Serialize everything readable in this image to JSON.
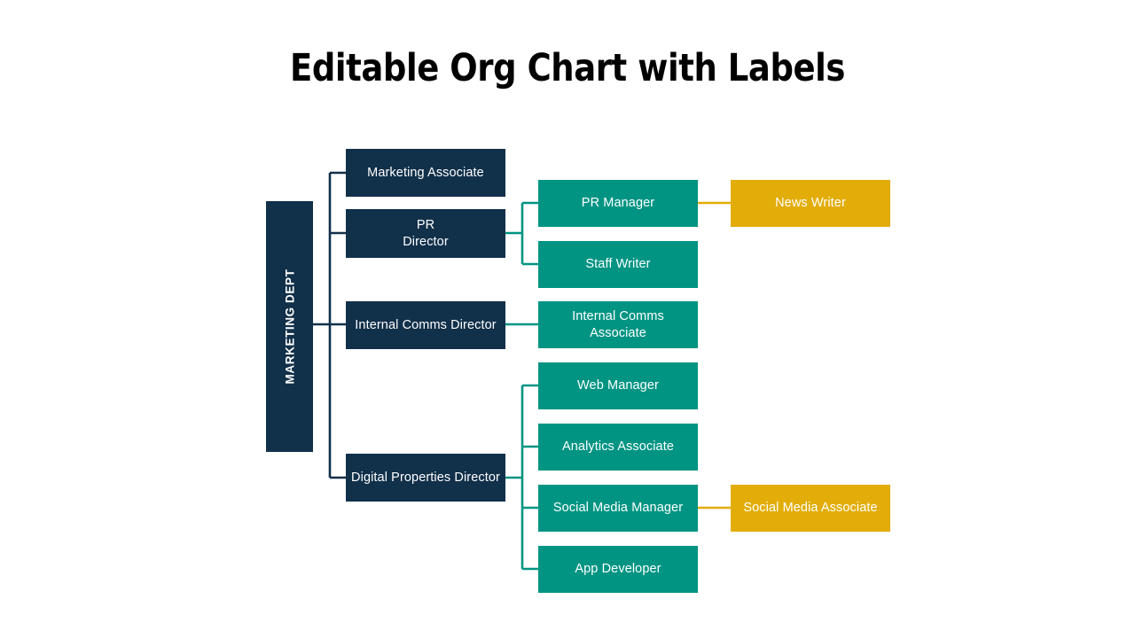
{
  "slide": {
    "title": "Editable Org Chart with Labels",
    "background_color": "#ffffff"
  },
  "palette": {
    "navy": "#11304a",
    "teal": "#019483",
    "gold": "#e2ad09",
    "text_on_fill": "#ffffff",
    "title_color": "#000000"
  },
  "chart_data": {
    "type": "diagram",
    "diagram_kind": "organization-chart",
    "title": "Editable Org Chart with Labels",
    "orientation": "left-to-right",
    "levels": [
      {
        "index": 0,
        "name": "department",
        "color": "#11304a"
      },
      {
        "index": 1,
        "name": "directors-and-associates",
        "color": "#11304a"
      },
      {
        "index": 2,
        "name": "managers-and-staff",
        "color": "#019483"
      },
      {
        "index": 3,
        "name": "associates",
        "color": "#e2ad09"
      }
    ],
    "root": {
      "id": "marketing-dept",
      "label": "MARKETING DEPT",
      "level": 0,
      "color": "#11304a",
      "orientation": "vertical-text"
    },
    "nodes": [
      {
        "id": "marketing-associate",
        "label": "Marketing Associate",
        "level": 1,
        "color": "#11304a",
        "parent": "marketing-dept"
      },
      {
        "id": "pr-director",
        "label": "PR\nDirector",
        "level": 1,
        "color": "#11304a",
        "parent": "marketing-dept"
      },
      {
        "id": "internal-comms-director",
        "label": "Internal Comms Director",
        "level": 1,
        "color": "#11304a",
        "parent": "marketing-dept"
      },
      {
        "id": "digital-properties-director",
        "label": "Digital Properties Director",
        "level": 1,
        "color": "#11304a",
        "parent": "marketing-dept"
      },
      {
        "id": "pr-manager",
        "label": "PR Manager",
        "level": 2,
        "color": "#019483",
        "parent": "pr-director"
      },
      {
        "id": "staff-writer",
        "label": "Staff Writer",
        "level": 2,
        "color": "#019483",
        "parent": "pr-director"
      },
      {
        "id": "internal-comms-associate",
        "label": "Internal Comms Associate",
        "level": 2,
        "color": "#019483",
        "parent": "internal-comms-director"
      },
      {
        "id": "web-manager",
        "label": "Web Manager",
        "level": 2,
        "color": "#019483",
        "parent": "digital-properties-director"
      },
      {
        "id": "analytics-associate",
        "label": "Analytics Associate",
        "level": 2,
        "color": "#019483",
        "parent": "digital-properties-director"
      },
      {
        "id": "social-media-manager",
        "label": "Social Media Manager",
        "level": 2,
        "color": "#019483",
        "parent": "digital-properties-director"
      },
      {
        "id": "app-developer",
        "label": "App Developer",
        "level": 2,
        "color": "#019483",
        "parent": "digital-properties-director"
      },
      {
        "id": "news-writer",
        "label": "News Writer",
        "level": 3,
        "color": "#e2ad09",
        "parent": "pr-manager"
      },
      {
        "id": "social-media-associate",
        "label": "Social Media Associate",
        "level": 3,
        "color": "#e2ad09",
        "parent": "social-media-manager"
      }
    ],
    "edges": [
      {
        "from": "marketing-dept",
        "to": "marketing-associate",
        "color": "#11304a"
      },
      {
        "from": "marketing-dept",
        "to": "pr-director",
        "color": "#11304a"
      },
      {
        "from": "marketing-dept",
        "to": "internal-comms-director",
        "color": "#11304a"
      },
      {
        "from": "marketing-dept",
        "to": "digital-properties-director",
        "color": "#11304a"
      },
      {
        "from": "pr-director",
        "to": "pr-manager",
        "color": "#019483"
      },
      {
        "from": "pr-director",
        "to": "staff-writer",
        "color": "#019483"
      },
      {
        "from": "internal-comms-director",
        "to": "internal-comms-associate",
        "color": "#019483"
      },
      {
        "from": "digital-properties-director",
        "to": "web-manager",
        "color": "#019483"
      },
      {
        "from": "digital-properties-director",
        "to": "analytics-associate",
        "color": "#019483"
      },
      {
        "from": "digital-properties-director",
        "to": "social-media-manager",
        "color": "#019483"
      },
      {
        "from": "digital-properties-director",
        "to": "app-developer",
        "color": "#019483"
      },
      {
        "from": "pr-manager",
        "to": "news-writer",
        "color": "#e2ad09"
      },
      {
        "from": "social-media-manager",
        "to": "social-media-associate",
        "color": "#e2ad09"
      }
    ]
  },
  "nodes": {
    "root": "MARKETING DEPT",
    "marketing_associate": "Marketing Associate",
    "pr_director": "PR\nDirector",
    "internal_comms_director": "Internal Comms Director",
    "digital_properties_director": "Digital Properties Director",
    "pr_manager": "PR Manager",
    "staff_writer": "Staff Writer",
    "internal_comms_associate": "Internal Comms Associate",
    "web_manager": "Web Manager",
    "analytics_associate": "Analytics Associate",
    "social_media_manager": "Social Media Manager",
    "app_developer": "App Developer",
    "news_writer": "News Writer",
    "social_media_associate": "Social Media Associate"
  }
}
